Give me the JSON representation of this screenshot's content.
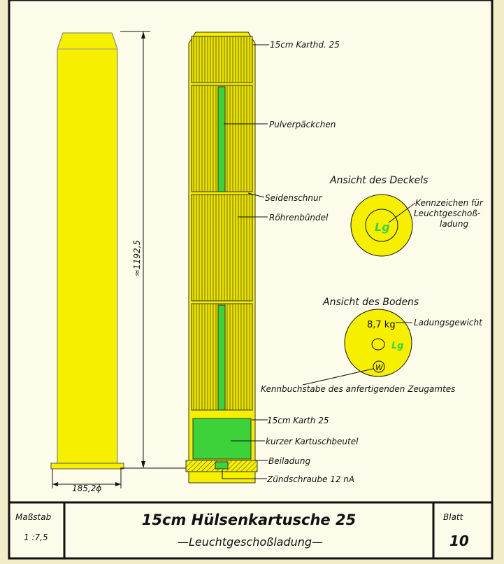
{
  "drawing": {
    "dimension_height": "≈1192,5",
    "dimension_diameter": "185,2ϕ",
    "callouts": [
      "15cm Karthd. 25",
      "Pulverpäckchen",
      "Seidenschnur",
      "Röhrenbündel",
      "15cm Karth 25",
      "kurzer Kartuschbeutel",
      "Beiladung",
      "Zündschraube 12 nA"
    ],
    "lid_view": {
      "title": "Ansicht des Deckels",
      "mark": "Lg",
      "note_line1": "Kennzeichen für",
      "note_line2": "Leuchtgeschoß-",
      "note_line3": "ladung"
    },
    "base_view": {
      "title": "Ansicht des Bodens",
      "weight": "8,7 kg",
      "weight_label": "Ladungsgewicht",
      "mark": "Lg",
      "letter": "W",
      "letter_label": "Kennbuchstabe des anfertigenden Zeugamtes"
    }
  },
  "title_block": {
    "scale_label": "Maßstab",
    "scale_value": "1 :7,5",
    "title": "15cm Hülsenkartusche 25",
    "subtitle": "—Leuchtgeschoßladung—",
    "sheet_label": "Blatt",
    "sheet_value": "10"
  },
  "colors": {
    "paper": "#fdfcea",
    "yellow": "#f6f000",
    "green": "#3ed23a",
    "ink": "#111111"
  }
}
